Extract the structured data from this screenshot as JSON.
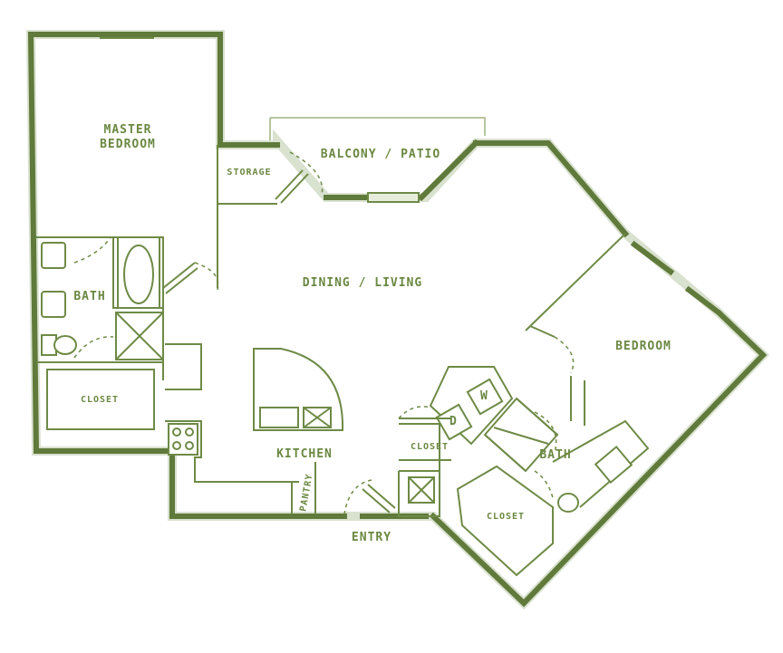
{
  "rooms": {
    "master_bedroom": "MASTER\nBEDROOM",
    "storage": "STORAGE",
    "balcony": "BALCONY / PATIO",
    "bath_master": "BATH",
    "dining_living": "DINING / LIVING",
    "bedroom": "BEDROOM",
    "closet_master": "CLOSET",
    "kitchen": "KITCHEN",
    "pantry": "PANTRY",
    "closet_small": "CLOSET",
    "bath_bedroom": "BATH",
    "closet_bedroom": "CLOSET",
    "entry": "ENTRY"
  },
  "appliances": {
    "dryer": "D",
    "washer": "W"
  },
  "colors": {
    "wall": "#5f7a3a",
    "label": "#6b8842"
  }
}
